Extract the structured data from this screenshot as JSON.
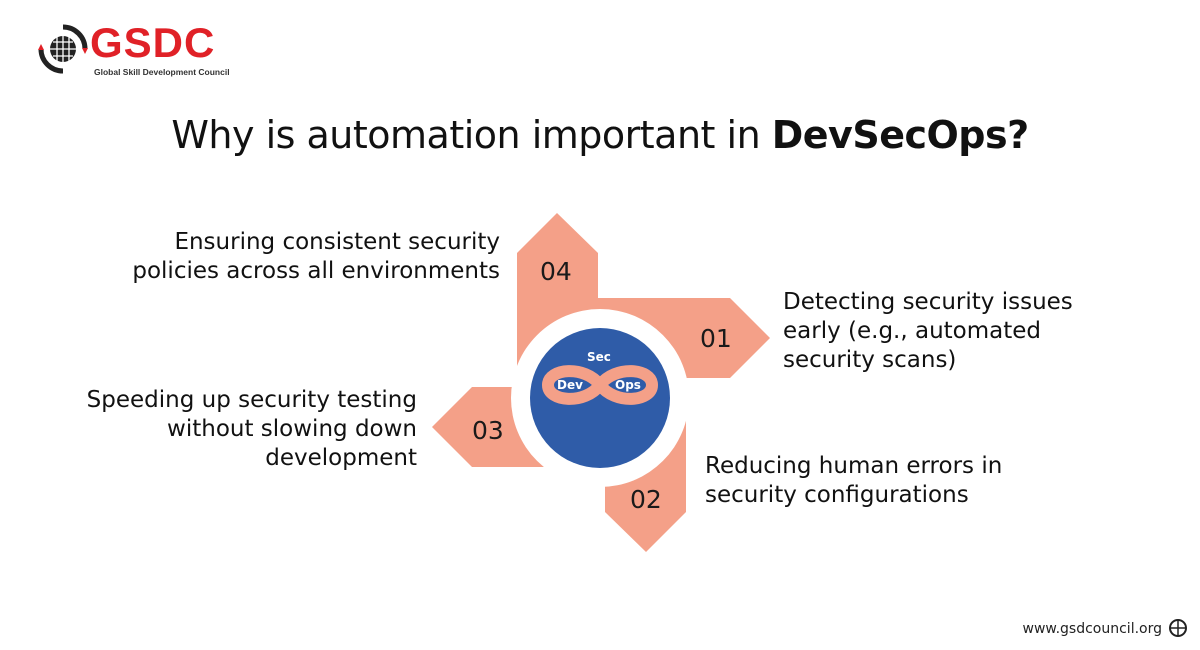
{
  "logo": {
    "name": "GSDC",
    "subtitle": "Global Skill Development Council"
  },
  "title": {
    "prefix": "Why is automation important in ",
    "emphasis": "DevSecOps?"
  },
  "center": {
    "top": "Sec",
    "left": "Dev",
    "right": "Ops"
  },
  "items": [
    {
      "number": "01",
      "text_lines": [
        "Detecting security issues",
        "early (e.g., automated",
        "security scans)"
      ]
    },
    {
      "number": "02",
      "text_lines": [
        "Reducing human errors in",
        "security configurations"
      ]
    },
    {
      "number": "03",
      "text_lines": [
        "Speeding up security testing",
        "without slowing down",
        "development"
      ]
    },
    {
      "number": "04",
      "text_lines": [
        "Ensuring consistent security",
        "policies across all environments"
      ]
    }
  ],
  "footer": {
    "website": "www.gsdcouncil.org"
  },
  "colors": {
    "arrow": "#f4a088",
    "circle": "#2f5ca8",
    "brand": "#e02127"
  }
}
